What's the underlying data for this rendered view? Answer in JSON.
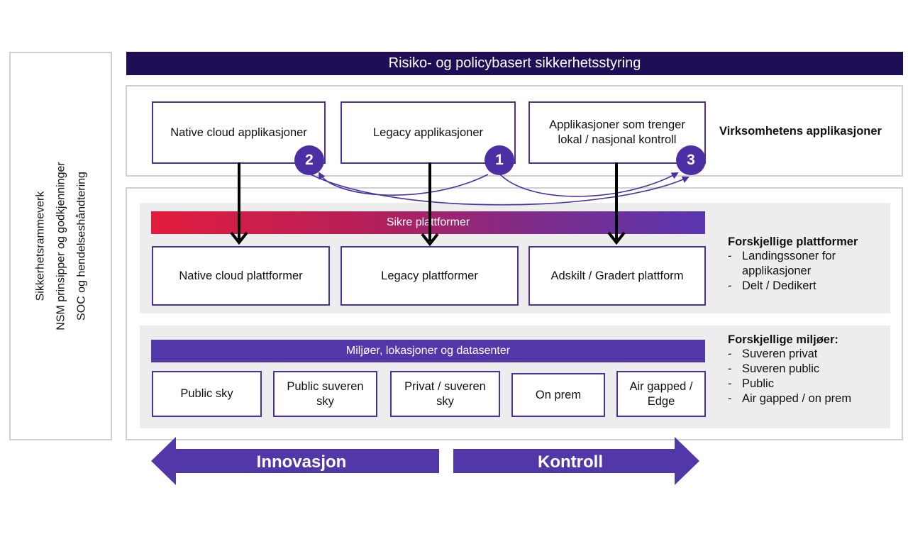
{
  "left_panel": {
    "lines": [
      "Sikkerhetsrammeverk",
      "NSM prinsipper og godkjenninger",
      "SOC og hendelseshåndtering"
    ]
  },
  "banner": {
    "title": "Risiko- og policybasert sikkerhetsstyring"
  },
  "applications": {
    "side_title": "Virksomhetens applikasjoner",
    "boxes": [
      {
        "label": "Native cloud applikasjoner",
        "badge": "2"
      },
      {
        "label": "Legacy applikasjoner",
        "badge": "1"
      },
      {
        "label": "Applikasjoner som trenger lokal / nasjonal kontroll",
        "badge": "3"
      }
    ]
  },
  "platforms": {
    "bar_label": "Sikre plattformer",
    "boxes": [
      "Native cloud plattformer",
      "Legacy plattformer",
      "Adskilt / Gradert plattform"
    ],
    "side_title": "Forskjellige plattformer",
    "side_items": [
      "Landingssoner for applikasjoner",
      "Delt / Dedikert"
    ]
  },
  "environments": {
    "bar_label": "Miljøer, lokasjoner og datasenter",
    "boxes": [
      "Public sky",
      "Public suveren sky",
      "Privat / suveren sky",
      "On prem",
      "Air gapped / Edge"
    ],
    "side_title": "Forskjellige miljøer:",
    "side_items": [
      "Suveren privat",
      "Suveren public",
      "Public",
      "Air gapped / on prem"
    ]
  },
  "bottom_arrows": {
    "left_label": "Innovasjon",
    "right_label": "Kontroll"
  },
  "colors": {
    "banner": "#1f0d55",
    "accent_purple": "#4b2fa3",
    "env_bar": "#5137a8",
    "gradient_start": "#e31c3d",
    "gradient_end": "#5a37b0",
    "frame_border": "#cfcfcf",
    "grey_panel": "#ededee"
  },
  "icons": [
    "badge-number-icon",
    "down-arrow-icon",
    "curved-arrow-icon",
    "left-arrow-icon",
    "right-arrow-icon"
  ]
}
